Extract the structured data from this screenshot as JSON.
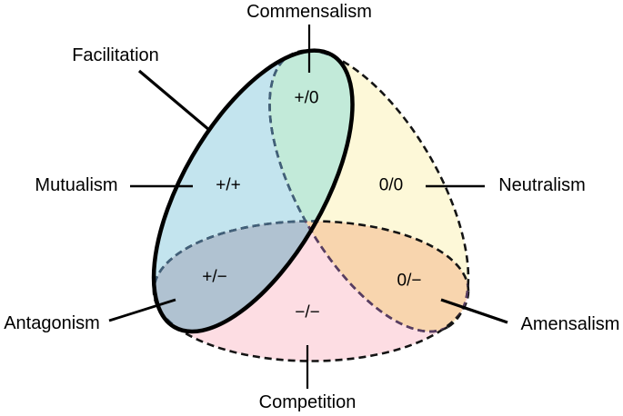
{
  "diagram": {
    "facilitation_label": "Facilitation",
    "regions": [
      {
        "name": "Mutualism",
        "symbol": "+/+"
      },
      {
        "name": "Commensalism",
        "symbol": "+/0"
      },
      {
        "name": "Neutralism",
        "symbol": "0/0"
      },
      {
        "name": "Antagonism",
        "symbol": "+/−"
      },
      {
        "name": "Competition",
        "symbol": "−/−"
      },
      {
        "name": "Amensalism",
        "symbol": "0/−"
      }
    ],
    "colors": {
      "mutualism_fill": "#c3e4ee",
      "commensalism_fill": "#c2ead9",
      "neutralism_fill": "#fdf8d8",
      "antagonism_fill": "#b0c2d1",
      "competition_fill": "#fddde3",
      "amensalism_fill": "#f8d5ae",
      "solid_outline": "#000000",
      "dashed_outline": "#141414",
      "dash_inside_blue": "#41607a",
      "dash_inside_pink": "#583d63",
      "background": "#ffffff"
    }
  }
}
